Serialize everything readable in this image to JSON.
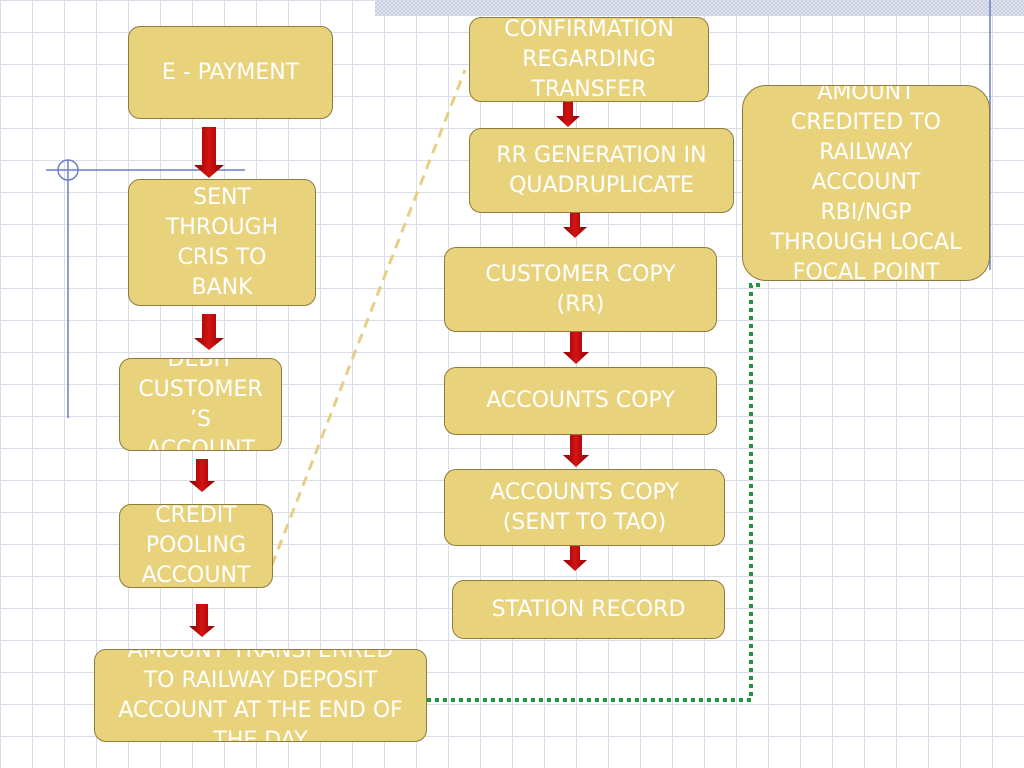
{
  "nodes": {
    "e_payment": "E - PAYMENT",
    "sent_through_cris": "SENT\nTHROUGH\nCRIS TO\nBANK",
    "debit_customer": "DEBIT\nCUSTOMER\n’S\nACCOUNT",
    "credit_pooling": "CREDIT\nPOOLING\nACCOUNT",
    "amount_transferred": "AMOUNT TRANSFERRED\nTO RAILWAY DEPOSIT\nACCOUNT AT THE END OF\nTHE DAY",
    "confirmation": "CONFIRMATION\nREGARDING\nTRANSFER",
    "rr_generation": "RR GENERATION IN\nQUADRUPLICATE",
    "customer_copy": "CUSTOMER COPY\n(RR)",
    "accounts_copy": "ACCOUNTS COPY",
    "accounts_copy_tao": "ACCOUNTS COPY\n(SENT TO TAO)",
    "station_record": "STATION RECORD",
    "amount_credited": "AMOUNT\nCREDITED TO\nRAILWAY\nACCOUNT\nRBI/NGP\nTHROUGH LOCAL\nFOCAL POINT"
  },
  "colors": {
    "box_fill": "#e8d27b",
    "box_border": "#8f7c3c",
    "text": "#ffffff",
    "arrow": "#c00000",
    "dashed_connector": "#e6cf85",
    "dotted_connector": "#1a9a3a"
  },
  "background": "grid-paper"
}
